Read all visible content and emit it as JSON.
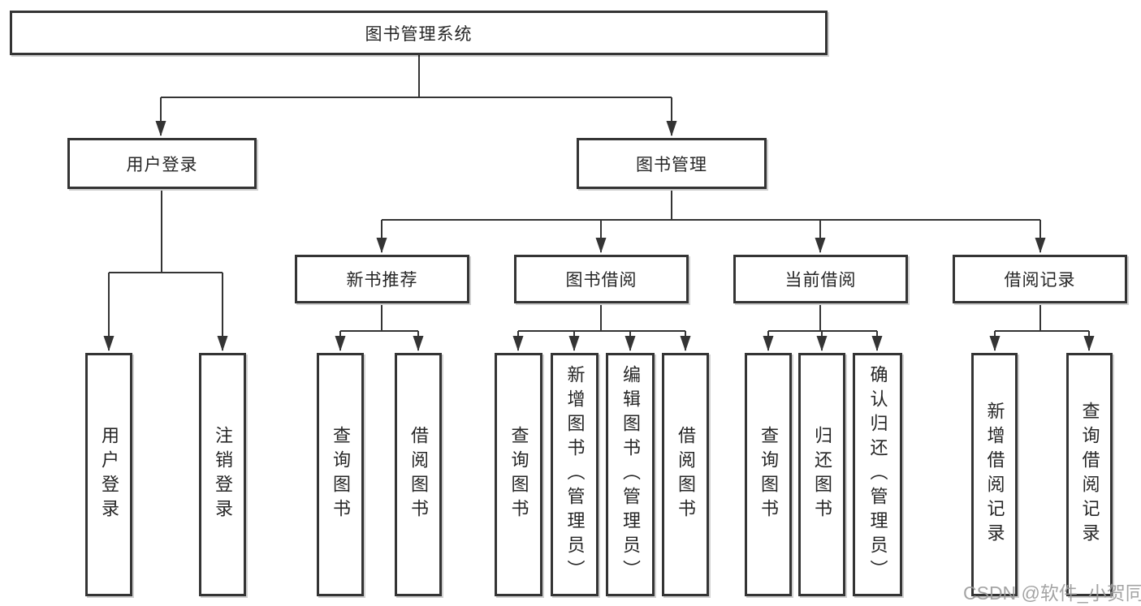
{
  "tree": {
    "label": "图书管理系统",
    "children": [
      {
        "label": "用户登录",
        "children": [
          {
            "label": "用户登录"
          },
          {
            "label": "注销登录"
          }
        ]
      },
      {
        "label": "图书管理",
        "children": [
          {
            "label": "新书推荐",
            "children": [
              {
                "label": "查询图书"
              },
              {
                "label": "借阅图书"
              }
            ]
          },
          {
            "label": "图书借阅",
            "children": [
              {
                "label": "查询图书"
              },
              {
                "label": "新增图书（管理员）"
              },
              {
                "label": "编辑图书（管理员）"
              },
              {
                "label": "借阅图书"
              }
            ]
          },
          {
            "label": "当前借阅",
            "children": [
              {
                "label": "查询图书"
              },
              {
                "label": "归还图书"
              },
              {
                "label": "确认归还（管理员）"
              }
            ]
          },
          {
            "label": "借阅记录",
            "children": [
              {
                "label": "新增借阅记录"
              },
              {
                "label": "查询借阅记录"
              }
            ]
          }
        ]
      }
    ]
  },
  "watermark": {
    "text": "CSDN @软件_小贺同学"
  },
  "colors": {
    "line": "#343434",
    "box_border": "#343434",
    "box_fill": "#ffffff",
    "text": "#262626",
    "watermark": "#9b9b9b",
    "background": "#ffffff"
  }
}
